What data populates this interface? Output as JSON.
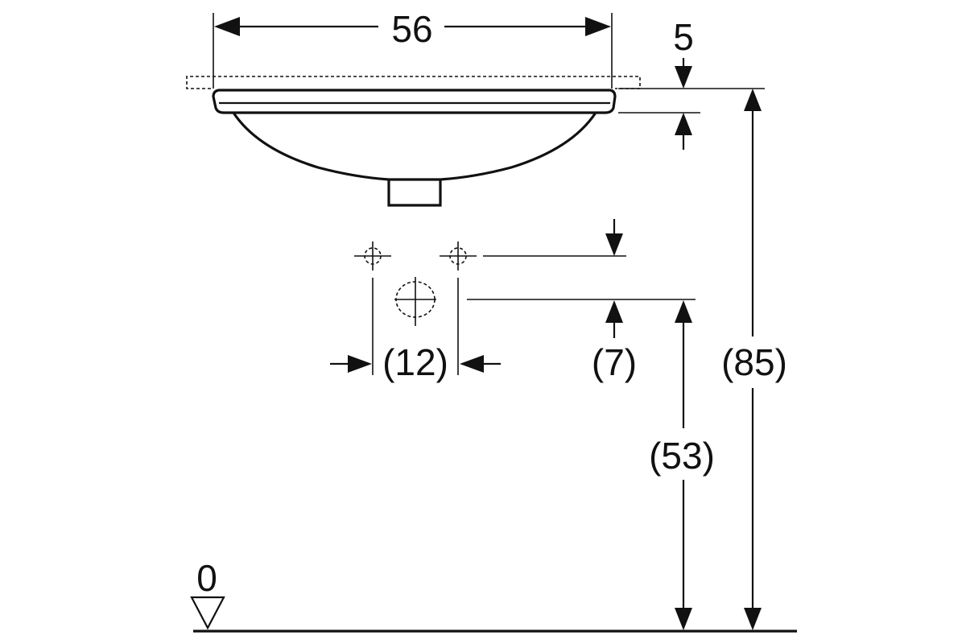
{
  "dimensions": {
    "width_label": "56",
    "rim_thickness_label": "5",
    "tap_spacing_label": "(12)",
    "tap_offset_label": "(7)",
    "tap_height_label": "(53)",
    "overall_height_label": "(85)",
    "floor_level_label": "0"
  },
  "colors": {
    "line": "#111111",
    "background": "#ffffff"
  }
}
